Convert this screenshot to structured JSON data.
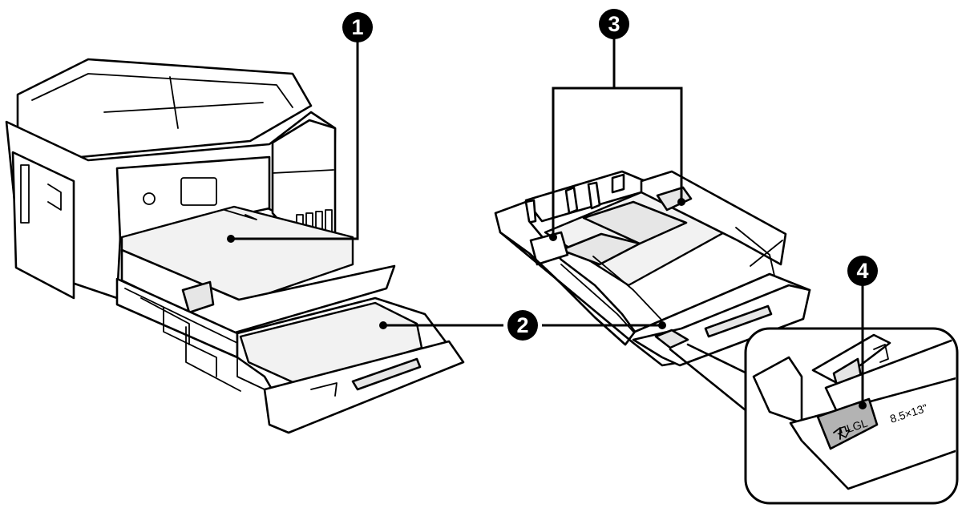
{
  "callouts": [
    {
      "id": "1",
      "label": "1"
    },
    {
      "id": "2",
      "label": "2"
    },
    {
      "id": "3",
      "label": "3"
    },
    {
      "id": "4",
      "label": "4"
    }
  ],
  "detail": {
    "lock_label": "LGL",
    "size_label": "8.5×13\""
  },
  "colors": {
    "ink": "#000000",
    "background": "#ffffff",
    "paper": "#f2f2f2",
    "shade": "#e6e6e6"
  },
  "icons": [
    "arrow-down-icon"
  ]
}
